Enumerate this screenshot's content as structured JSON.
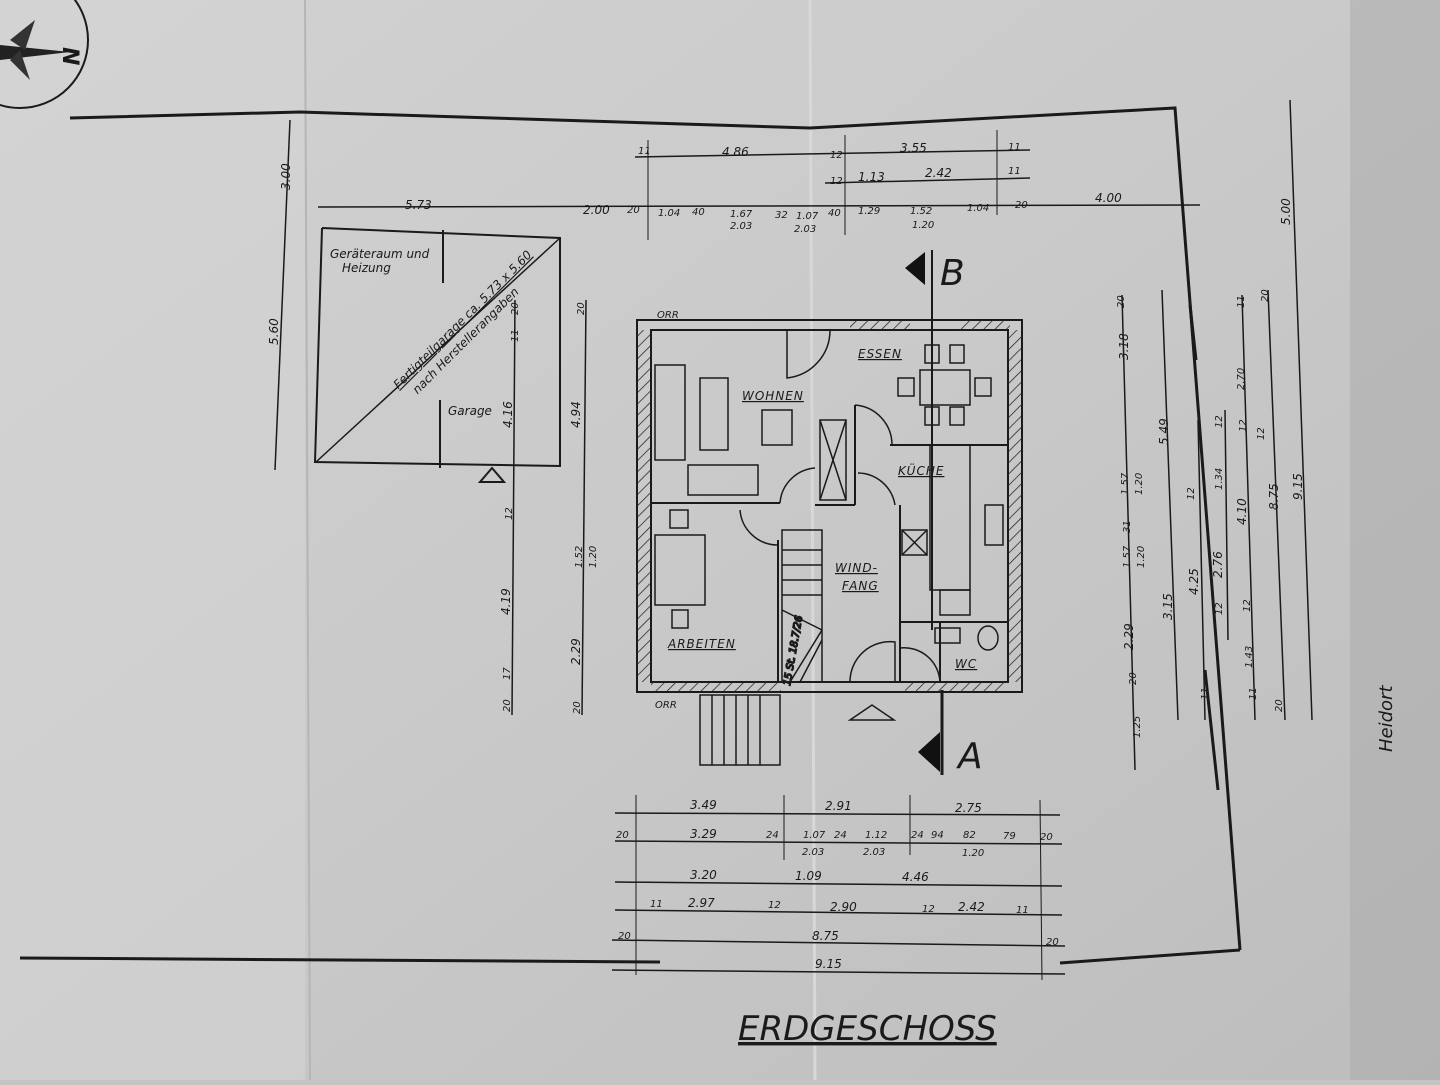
{
  "title": "ERDGESCHOSS",
  "compass_letter": "N",
  "neighbor_label": "Heidort",
  "section_markers": {
    "a": "A",
    "b": "B"
  },
  "rooms": {
    "wohnen": "WOHNEN",
    "essen": "ESSEN",
    "kueche": "KÜCHE",
    "windfang_1": "WIND-",
    "windfang_2": "FANG",
    "arbeiten": "ARBEITEN",
    "wc": "WC",
    "garage": "Garage",
    "geraeteraum_1": "Geräteraum und",
    "geraeteraum_2": "Heizung"
  },
  "garage_note": {
    "line1": "Fertigteilgarage ca. 5.73 x 5.60",
    "line2": "nach Herstellerangaben"
  },
  "stair_note": "15 St. 18.7/26",
  "chimney_labels": [
    "ORR",
    "ORR"
  ],
  "top_dimensions": {
    "row1": [
      "11",
      "4.86",
      "12",
      "3.55",
      "11"
    ],
    "row2": [
      "12",
      "1.13",
      "2.42",
      "11"
    ],
    "row3": [
      "5.73",
      "2.00",
      "20",
      "1.04",
      "40",
      "1.67",
      "2.03",
      "32",
      "1.07",
      "2.03",
      "40",
      "1.29",
      "1.52",
      "1.20",
      "1.04",
      "20",
      "4.00"
    ]
  },
  "left_dimensions": {
    "outer": [
      "3.00",
      "5.60"
    ],
    "col1": [
      "20",
      "11",
      "4.16",
      "12",
      "4.19",
      "17",
      "20"
    ],
    "col2": [
      "20",
      "4.94",
      "1.52",
      "1.20",
      "2.29",
      "20"
    ]
  },
  "right_dimensions": {
    "col1": [
      "20",
      "3.18",
      "1.57",
      "1.20",
      "31",
      "1.57",
      "1.20",
      "2.29",
      "20",
      "1.25"
    ],
    "col2": [
      "5.49",
      "3.15"
    ],
    "col3": [
      "4.25",
      "11"
    ],
    "col4": [
      "12",
      "2.76",
      "12",
      "12"
    ],
    "col5": [
      "12",
      "1.34",
      "4.10",
      "12",
      "1.43",
      "11"
    ],
    "col6": [
      "11",
      "2.70",
      "12"
    ],
    "col7": [
      "20",
      "8.75",
      "20"
    ],
    "col8": [
      "5.00",
      "9.15"
    ]
  },
  "bottom_dimensions": {
    "row1": [
      "3.49",
      "2.91",
      "2.75"
    ],
    "row2": [
      "20",
      "3.29",
      "24",
      "1.07",
      "2.03",
      "24",
      "1.12",
      "2.03",
      "24",
      "94",
      "82",
      "1.20",
      "79",
      "20"
    ],
    "row3": [
      "3.20",
      "1.09",
      "4.46"
    ],
    "row4": [
      "11",
      "2.97",
      "12",
      "2.90",
      "12",
      "2.42",
      "11"
    ],
    "row5": [
      "20",
      "8.75",
      "20"
    ],
    "row6": [
      "9.15"
    ]
  }
}
